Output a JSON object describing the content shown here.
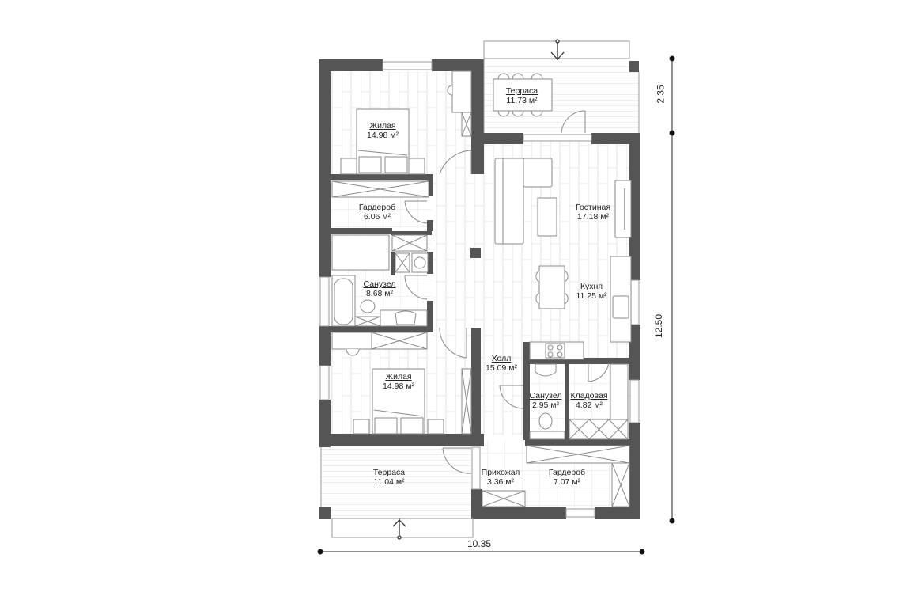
{
  "plan": {
    "rooms": [
      {
        "id": "bedroom-1",
        "name": "Жилая",
        "area": "14.98 м²"
      },
      {
        "id": "terrace-top",
        "name": "Терраса",
        "area": "11.73 м²"
      },
      {
        "id": "wardrobe-1",
        "name": "Гардероб",
        "area": "6.06 м²"
      },
      {
        "id": "living",
        "name": "Гостиная",
        "area": "17.18 м²"
      },
      {
        "id": "bathroom-1",
        "name": "Санузел",
        "area": "8.68 м²"
      },
      {
        "id": "kitchen",
        "name": "Кухня",
        "area": "11.25 м²"
      },
      {
        "id": "bedroom-2",
        "name": "Жилая",
        "area": "14.98 м²"
      },
      {
        "id": "hall",
        "name": "Холл",
        "area": "15.09 м²"
      },
      {
        "id": "bathroom-2",
        "name": "Санузел",
        "area": "2.95 м²"
      },
      {
        "id": "storage",
        "name": "Кладовая",
        "area": "4.82 м²"
      },
      {
        "id": "terrace-bottom",
        "name": "Терраса",
        "area": "11.04 м²"
      },
      {
        "id": "entry",
        "name": "Прихожая",
        "area": "3.36 м²"
      },
      {
        "id": "wardrobe-2",
        "name": "Гардероб",
        "area": "7.07 м²"
      }
    ],
    "dimensions": {
      "width": "10.35",
      "height": "12.50",
      "terrace_depth": "2.35"
    },
    "colors": {
      "wall": "#555555",
      "floor_line": "#e4e4e4",
      "furniture": "#8a8a8a",
      "text": "#222222"
    }
  }
}
